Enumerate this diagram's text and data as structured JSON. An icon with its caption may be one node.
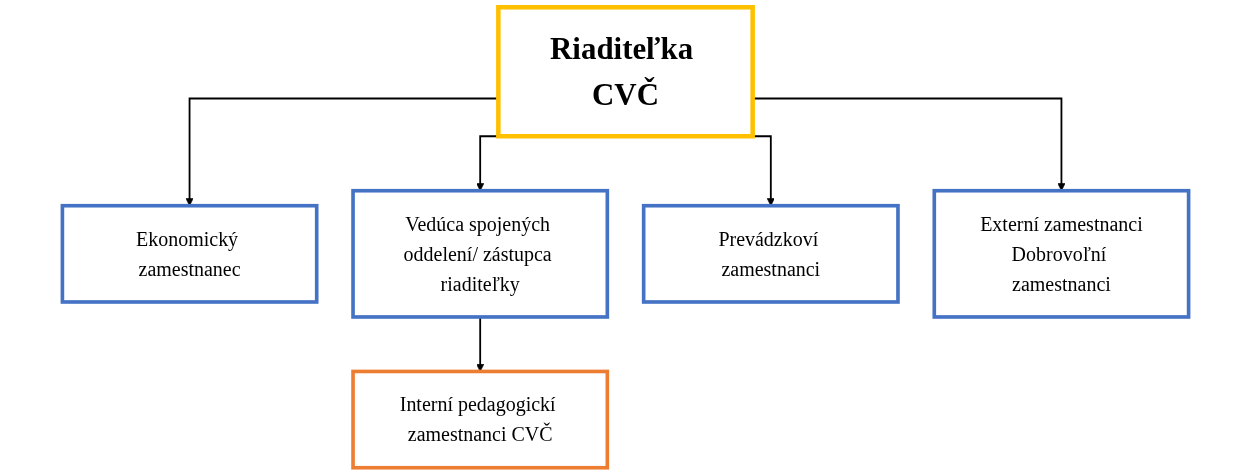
{
  "diagram": {
    "nodes": [
      {
        "text": [
          "Riaditeľka CVČ"
        ]
      },
      {
        "text": [
          "Ekonomický zamestnanec"
        ]
      },
      {
        "text": [
          "Vedúca spojených oddelení/ zástupca riaditeľky"
        ]
      },
      {
        "text": [
          "Prevádzkoví zamestnanci"
        ]
      },
      {
        "text": [
          "Externí zamestnanci",
          "Dobrovoľní zamestnanci"
        ]
      },
      {
        "text": [
          "Interní pedagogickí zamestnanci CVČ"
        ]
      }
    ],
    "edges": [
      {
        "from": 0,
        "to": 1,
        "arrow": "to"
      },
      {
        "from": 0,
        "to": 2,
        "arrow": "to"
      },
      {
        "from": 0,
        "to": 3,
        "arrow": "to"
      },
      {
        "from": 0,
        "to": 4,
        "arrow": "to"
      },
      {
        "from": 2,
        "to": 5,
        "arrow": "to"
      }
    ]
  }
}
